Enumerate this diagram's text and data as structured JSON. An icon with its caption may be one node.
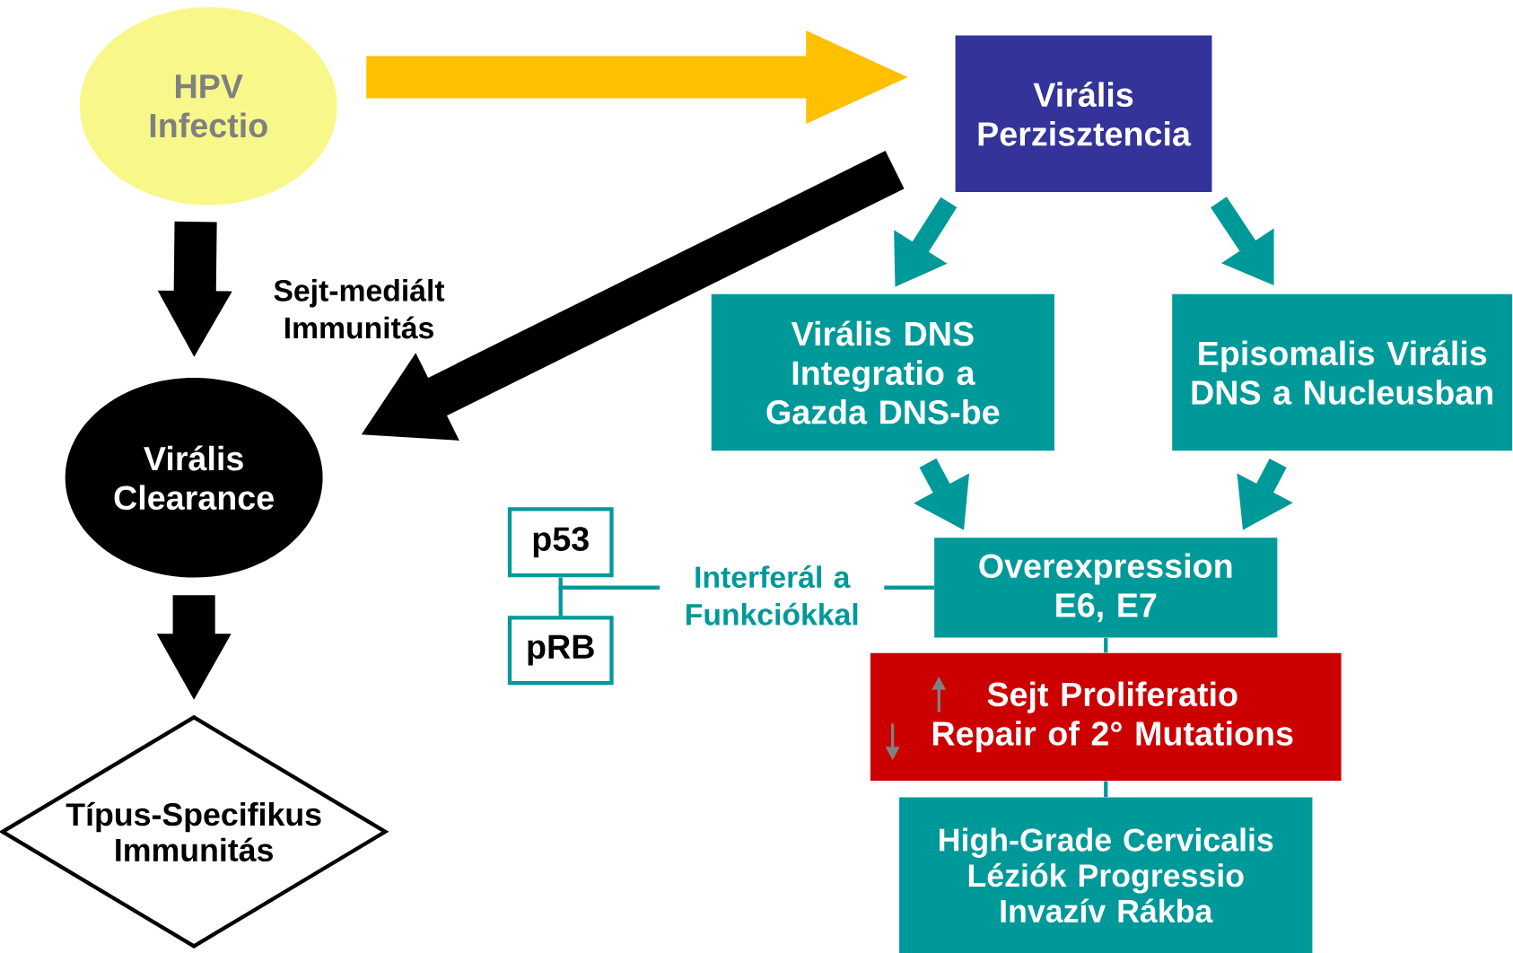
{
  "diagram": {
    "nodes": [
      {
        "text": [
          "HPV Infectio"
        ]
      },
      {
        "text": [
          "Virális Perzisztencia"
        ]
      },
      {
        "text": [
          "Virális Clearance"
        ]
      },
      {
        "text": [
          "Virális DNS Integratio a Gazda DNS-be"
        ]
      },
      {
        "text": [
          "Episomalis Virális DNS a Nucleusban"
        ]
      },
      {
        "text": [
          "p53"
        ]
      },
      {
        "text": [
          "pRB"
        ]
      },
      {
        "text": [
          "Overexpression E6, E7"
        ]
      },
      {
        "text": [
          "Sejt Proliferatio",
          "Repair of 2° Mutations"
        ]
      },
      {
        "text": [
          "High-Grade Cervicalis Léziók Progressio Invazív Rákba"
        ]
      },
      {
        "text": [
          "Típus-Specifikus Immunitás"
        ]
      }
    ],
    "edges": [
      {
        "from": 0,
        "to": 1,
        "arrow": "to",
        "style": "thick",
        "color": "#ffc000"
      },
      {
        "from": 1,
        "to": 2,
        "arrow": "to",
        "style": "thick",
        "color": "#000000"
      },
      {
        "from": 0,
        "to": 2,
        "arrow": "to",
        "style": "thick",
        "color": "#000000",
        "label": "Sejt-mediált Immunitás"
      },
      {
        "from": 2,
        "to": 10,
        "arrow": "to",
        "style": "thick",
        "color": "#000000"
      },
      {
        "from": 1,
        "to": 3,
        "arrow": "to"
      },
      {
        "from": 1,
        "to": 4,
        "arrow": "to"
      },
      {
        "from": 3,
        "to": 7,
        "arrow": "to"
      },
      {
        "from": 4,
        "to": 7,
        "arrow": "to"
      },
      {
        "from": 7,
        "to": 5,
        "arrow": "none",
        "label": "Interferál a Funkciókkal"
      },
      {
        "from": 7,
        "to": 6,
        "arrow": "none"
      },
      {
        "from": 7,
        "to": 8,
        "arrow": "none"
      },
      {
        "from": 8,
        "to": 9,
        "arrow": "none"
      }
    ]
  }
}
